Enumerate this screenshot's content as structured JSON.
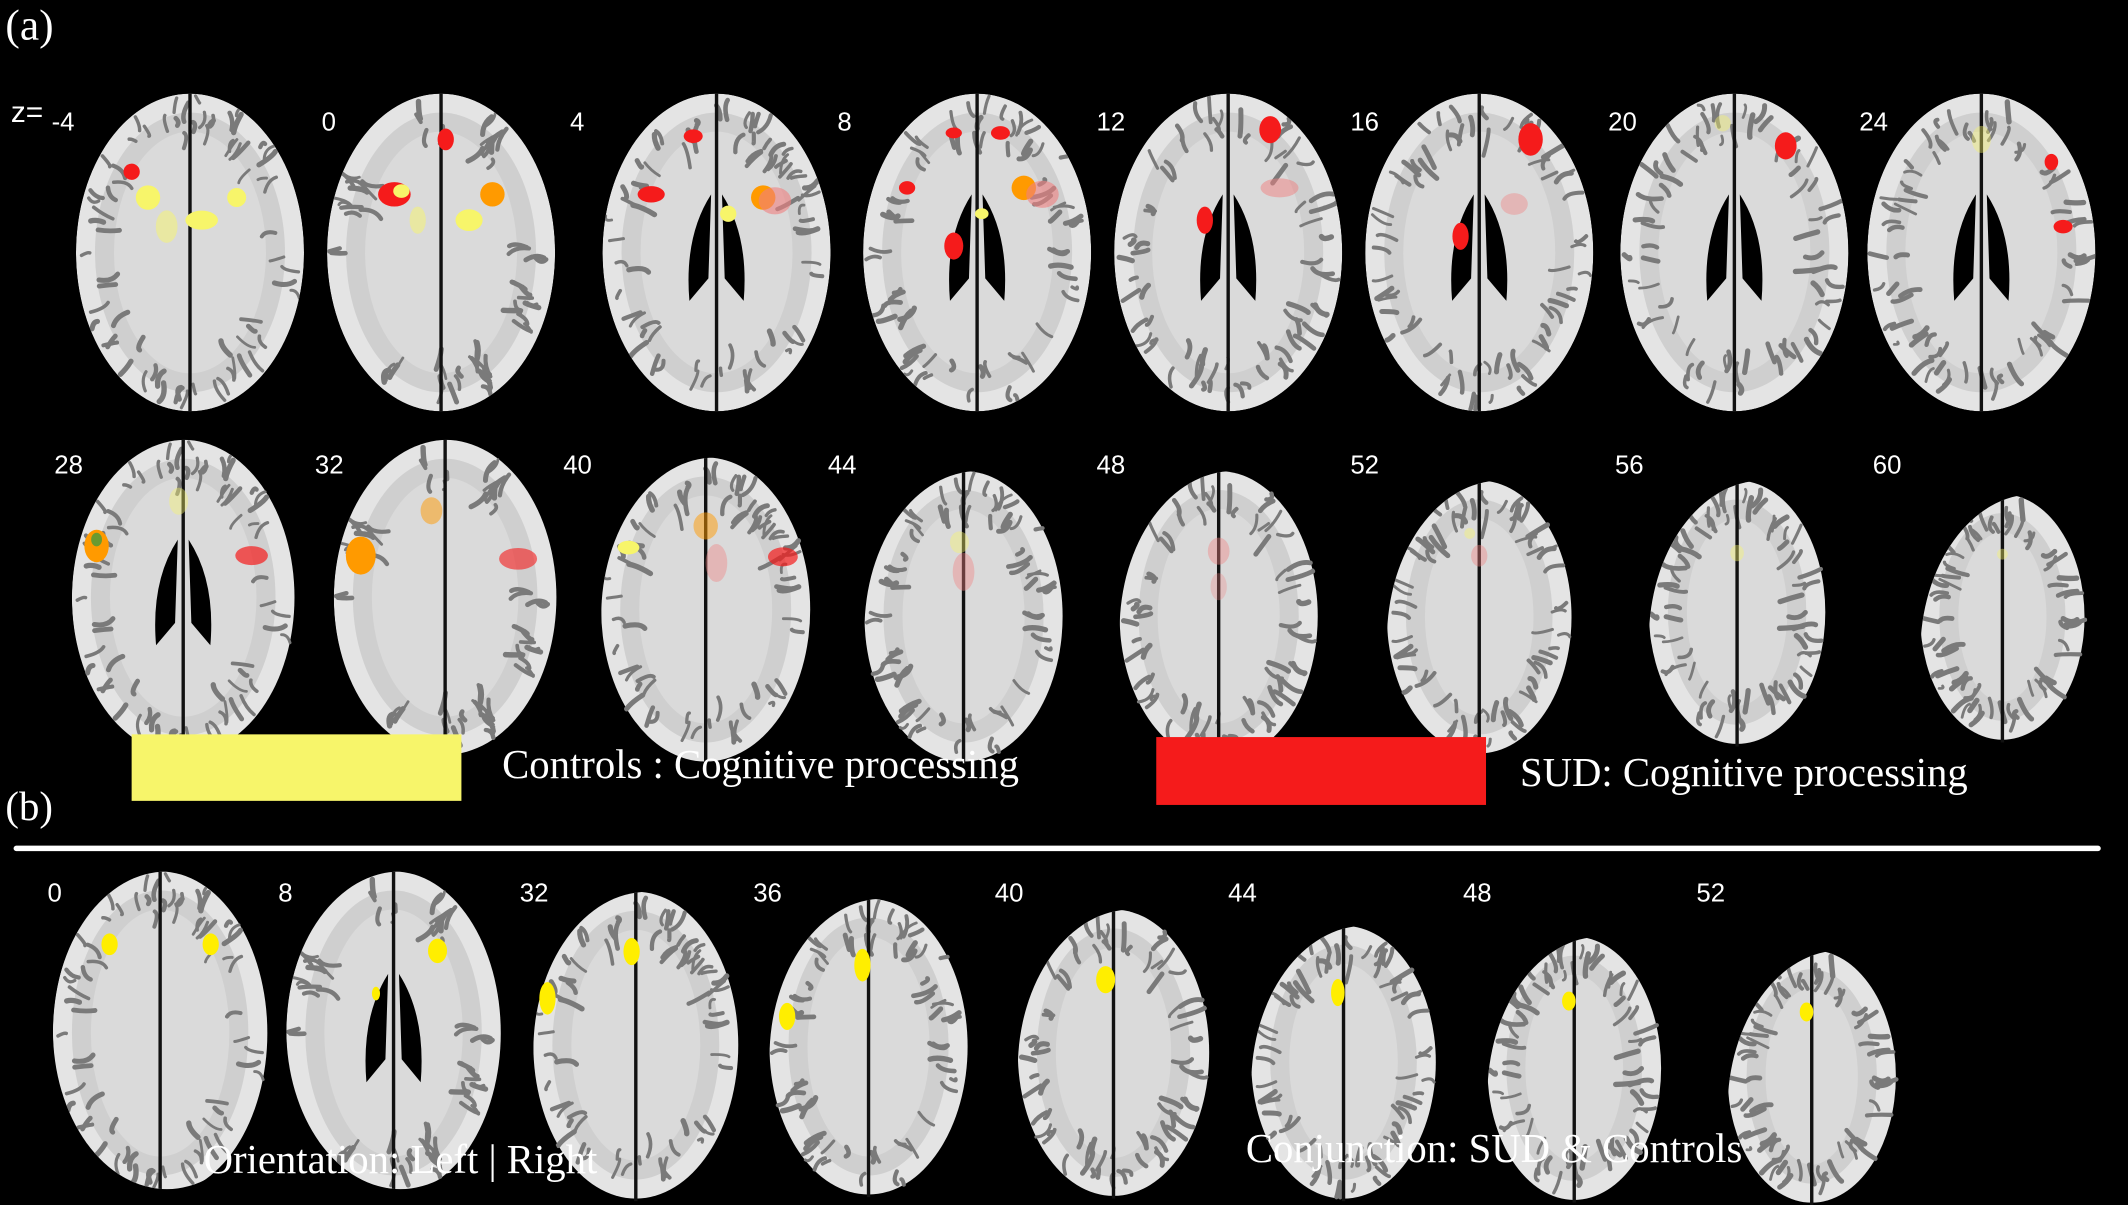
{
  "panel_a": {
    "label": "(a)",
    "z_prefix": "z=",
    "row1_slices": [
      "-4",
      "0",
      "4",
      "8",
      "12",
      "16",
      "20",
      "24"
    ],
    "row2_slices": [
      "28",
      "32",
      "40",
      "44",
      "48",
      "52",
      "56",
      "60"
    ]
  },
  "legend": [
    {
      "label": "Controls : Cognitive processing",
      "color": "#f7f56a"
    },
    {
      "label": "SUD: Cognitive processing",
      "color": "#f51b1b"
    }
  ],
  "panel_b": {
    "label": "(b)",
    "slices": [
      "0",
      "8",
      "32",
      "36",
      "40",
      "44",
      "48",
      "52"
    ],
    "orientation_caption": "Orientation: Left | Right",
    "conjunction_caption": "Conjunction: SUD & Controls"
  },
  "colors": {
    "background": "#000000",
    "controls": "#f7f56a",
    "sud": "#f51b1b",
    "conjunction": "#ffee00"
  }
}
